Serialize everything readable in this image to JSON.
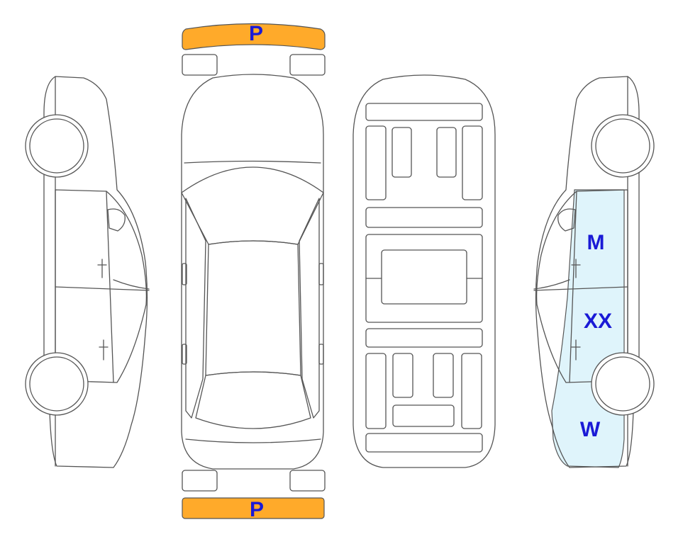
{
  "colors": {
    "outline": "#555555",
    "highlight_orange": "#ffaa2a",
    "highlight_blue": "#dff4fb",
    "label": "#1a1ad6"
  },
  "labels": {
    "front_bumper": "P",
    "rear_bumper": "P",
    "right_front_door": "M",
    "right_rear_door": "XX",
    "right_rear_quarter": "W"
  }
}
